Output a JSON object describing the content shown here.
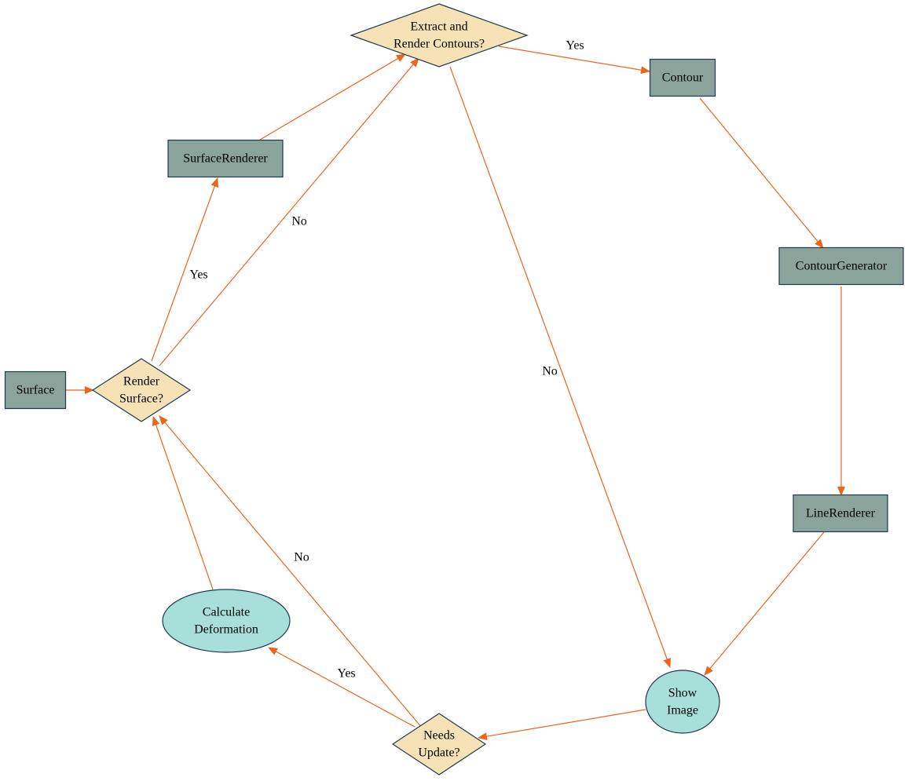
{
  "colors": {
    "process_fill": "#8aa39b",
    "process_stroke": "#1e3a4c",
    "decision_fill": "#f7e2b7",
    "decision_stroke": "#1e3a4c",
    "terminal_fill": "#a8dfd9",
    "terminal_stroke": "#1e3a4c",
    "edge": "#e8661e"
  },
  "nodes": {
    "surface": {
      "shape": "rect",
      "lines": [
        "Surface"
      ]
    },
    "render_surface": {
      "shape": "diamond",
      "lines": [
        "Render",
        "Surface?"
      ]
    },
    "surface_renderer": {
      "shape": "rect",
      "lines": [
        "SurfaceRenderer"
      ]
    },
    "extract_contours": {
      "shape": "diamond",
      "lines": [
        "Extract and",
        "Render Contours?"
      ]
    },
    "contour": {
      "shape": "rect",
      "lines": [
        "Contour"
      ]
    },
    "contour_generator": {
      "shape": "rect",
      "lines": [
        "ContourGenerator"
      ]
    },
    "line_renderer": {
      "shape": "rect",
      "lines": [
        "LineRenderer"
      ]
    },
    "show_image": {
      "shape": "ellipse",
      "lines": [
        "Show",
        "Image"
      ]
    },
    "needs_update": {
      "shape": "diamond",
      "lines": [
        "Needs",
        "Update?"
      ]
    },
    "calculate_deformation": {
      "shape": "ellipse",
      "lines": [
        "Calculate",
        "Deformation"
      ]
    }
  },
  "edges": [
    {
      "id": "surface-to-render_surface",
      "from": "surface",
      "to": "render_surface",
      "label": ""
    },
    {
      "id": "render_surface-to-surface_renderer",
      "from": "render_surface",
      "to": "surface_renderer",
      "label": "Yes"
    },
    {
      "id": "render_surface-to-extract_contours",
      "from": "render_surface",
      "to": "extract_contours",
      "label": "No"
    },
    {
      "id": "surface_renderer-to-extract_contours",
      "from": "surface_renderer",
      "to": "extract_contours",
      "label": ""
    },
    {
      "id": "extract_contours-to-contour",
      "from": "extract_contours",
      "to": "contour",
      "label": "Yes"
    },
    {
      "id": "extract_contours-to-show_image",
      "from": "extract_contours",
      "to": "show_image",
      "label": "No"
    },
    {
      "id": "contour-to-contour_generator",
      "from": "contour",
      "to": "contour_generator",
      "label": ""
    },
    {
      "id": "contour_generator-to-line_renderer",
      "from": "contour_generator",
      "to": "line_renderer",
      "label": ""
    },
    {
      "id": "line_renderer-to-show_image",
      "from": "line_renderer",
      "to": "show_image",
      "label": ""
    },
    {
      "id": "show_image-to-needs_update",
      "from": "show_image",
      "to": "needs_update",
      "label": ""
    },
    {
      "id": "needs_update-to-calculate_deformation",
      "from": "needs_update",
      "to": "calculate_deformation",
      "label": "Yes"
    },
    {
      "id": "needs_update-to-render_surface",
      "from": "needs_update",
      "to": "render_surface",
      "label": "No"
    },
    {
      "id": "calculate_deformation-to-render_surface",
      "from": "calculate_deformation",
      "to": "render_surface",
      "label": ""
    }
  ]
}
